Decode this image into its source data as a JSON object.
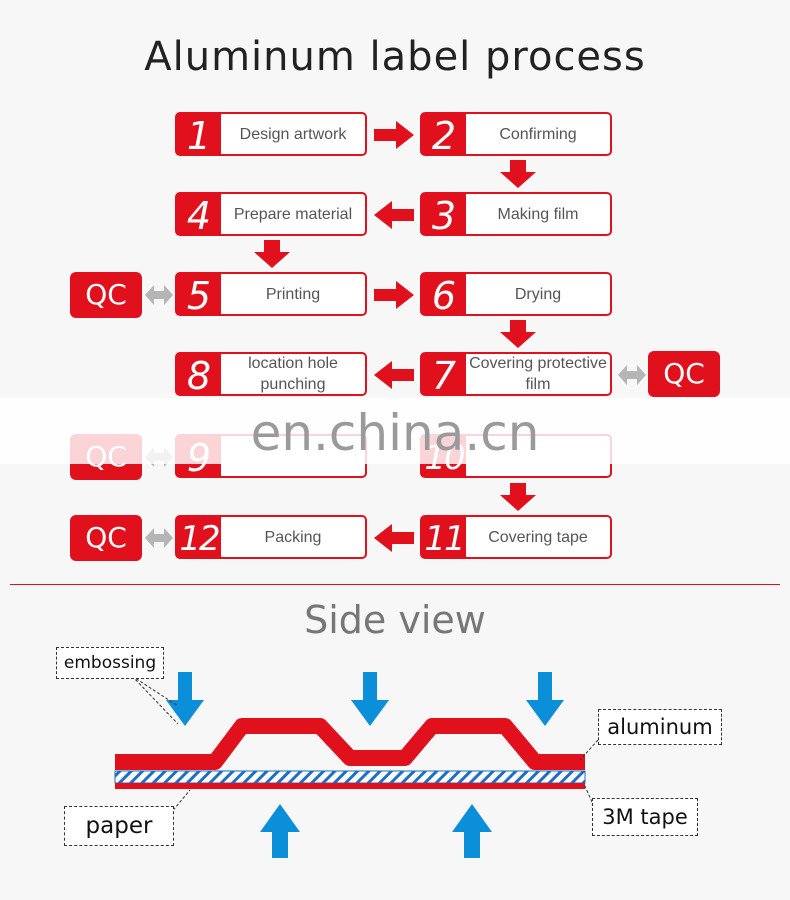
{
  "title": "Aluminum label process",
  "steps": [
    {
      "num": "1",
      "label": "Design artwork"
    },
    {
      "num": "2",
      "label": "Confirming"
    },
    {
      "num": "3",
      "label": "Making film"
    },
    {
      "num": "4",
      "label": "Prepare material"
    },
    {
      "num": "5",
      "label": "Printing"
    },
    {
      "num": "6",
      "label": "Drying"
    },
    {
      "num": "7",
      "label": "Covering protective film"
    },
    {
      "num": "8",
      "label": "location hole punching"
    },
    {
      "num": "9",
      "label": ""
    },
    {
      "num": "10",
      "label": ""
    },
    {
      "num": "11",
      "label": "Covering tape"
    },
    {
      "num": "12",
      "label": "Packing"
    }
  ],
  "qc_label": "QC",
  "watermark": "en.china.cn",
  "side_view": {
    "title": "Side view",
    "labels": {
      "embossing": "embossing",
      "aluminum": "aluminum",
      "paper": "paper",
      "tape": "3M tape"
    }
  },
  "colors": {
    "accent": "#e0111c",
    "arrow_blue": "#0a8fd8",
    "tape": "#1e6fc2"
  }
}
